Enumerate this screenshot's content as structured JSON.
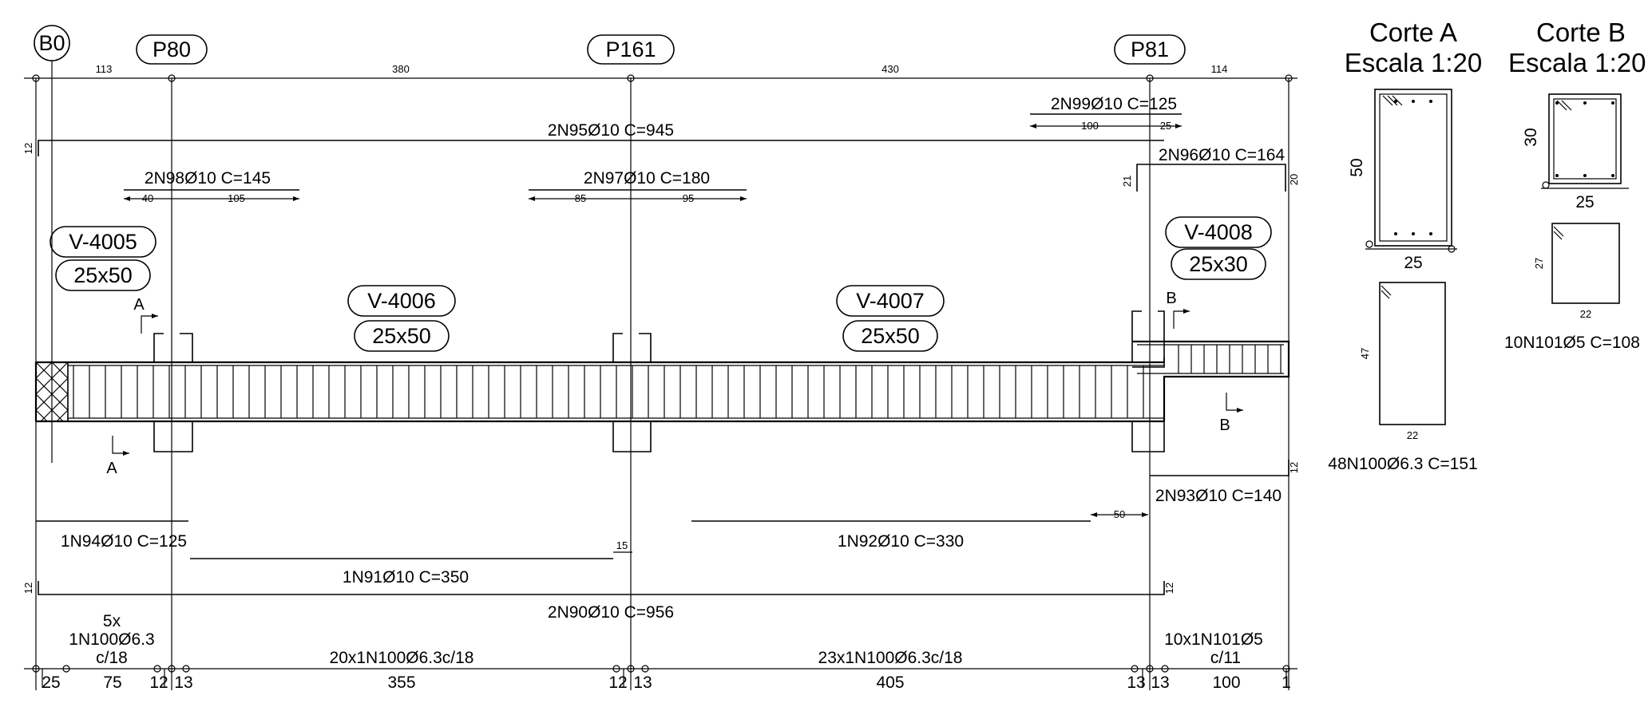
{
  "axes": {
    "labels": [
      "B0",
      "P80",
      "P161",
      "P81"
    ],
    "top_spacings": [
      "113",
      "380",
      "430",
      "114"
    ]
  },
  "beams": [
    {
      "name": "V-4005",
      "size": "25x50"
    },
    {
      "name": "V-4006",
      "size": "25x50"
    },
    {
      "name": "V-4007",
      "size": "25x50"
    },
    {
      "name": "V-4008",
      "size": "25x30"
    }
  ],
  "top_bars": {
    "n95": "2N95Ø10 C=945",
    "n99": "2N99Ø10 C=125",
    "n99_left": "100",
    "n99_right": "25",
    "n98": "2N98Ø10 C=145",
    "n98_left": "40",
    "n98_right": "105",
    "n97": "2N97Ø10 C=180",
    "n97_left": "85",
    "n97_right": "95",
    "n96": "2N96Ø10 C=164",
    "hook_left_top": "12",
    "hook_n96_left": "21",
    "hook_n96_right": "20"
  },
  "bottom_bars": {
    "n94": "1N94Ø10 C=125",
    "n91": "1N91Ø10 C=350",
    "n91_gap": "15",
    "n92": "1N92Ø10 C=330",
    "n92_ext": "50",
    "n93": "2N93Ø10 C=140",
    "hook_n93": "12",
    "n90": "2N90Ø10 C=956",
    "hook_n90_left": "12",
    "hook_n90_right": "12"
  },
  "stirrups": {
    "s1_line1": "5x",
    "s1_line2": "1N100Ø6.3",
    "s1_line3": "c/18",
    "s2": "20x1N100Ø6.3c/18",
    "s3": "23x1N100Ø6.3c/18",
    "s4_line1": "10x1N101Ø5",
    "s4_line2": "c/11"
  },
  "bottom_dims": [
    "25",
    "75",
    "12",
    "13",
    "355",
    "12",
    "13",
    "405",
    "13",
    "13",
    "100",
    "1"
  ],
  "section_marks": {
    "a": "A",
    "b": "B"
  },
  "section_a": {
    "title": "Corte A",
    "scale": "Escala 1:20",
    "height": "50",
    "width": "25",
    "detail_h": "47",
    "detail_w": "22",
    "label": "48N100Ø6.3 C=151"
  },
  "section_b": {
    "title": "Corte B",
    "scale": "Escala 1:20",
    "height": "30",
    "width": "25",
    "detail_h": "27",
    "detail_w": "22",
    "label": "10N101Ø5 C=108"
  }
}
